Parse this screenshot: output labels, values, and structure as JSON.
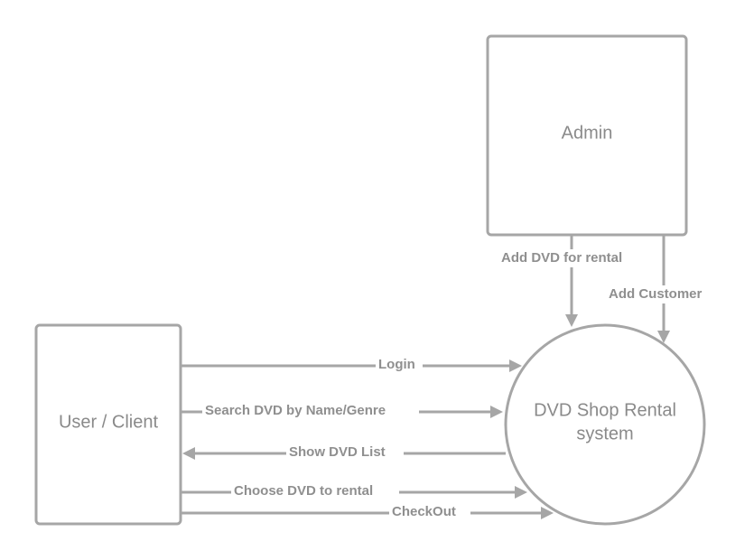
{
  "nodes": {
    "admin": {
      "label": "Admin"
    },
    "user": {
      "label": "User / Client"
    },
    "system": {
      "label_line1": "DVD Shop Rental",
      "label_line2": "system"
    }
  },
  "flows": {
    "add_dvd": "Add DVD for rental",
    "add_customer": "Add Customer",
    "login": "Login",
    "search": "Search DVD by Name/Genre",
    "show_list": "Show DVD List",
    "choose": "Choose DVD to rental",
    "checkout": "CheckOut"
  },
  "colors": {
    "stroke": "#a6a6a6",
    "text": "#8a8a8a"
  }
}
